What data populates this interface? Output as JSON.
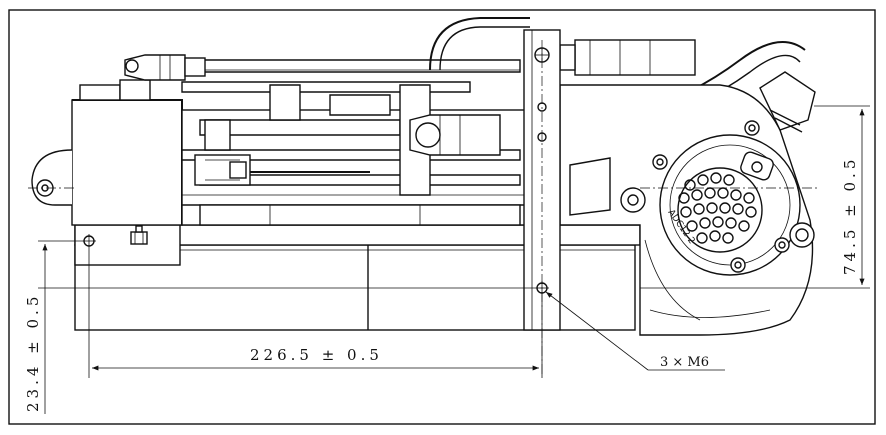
{
  "dimensions": {
    "width_label": "226.5 ± 0.5",
    "left_height_label": "23.4 ± 0.5",
    "right_height_label": "74.5 ± 0.5"
  },
  "callout": {
    "holes_label": "3 × M6"
  },
  "connector_marking": "ADC12 2"
}
